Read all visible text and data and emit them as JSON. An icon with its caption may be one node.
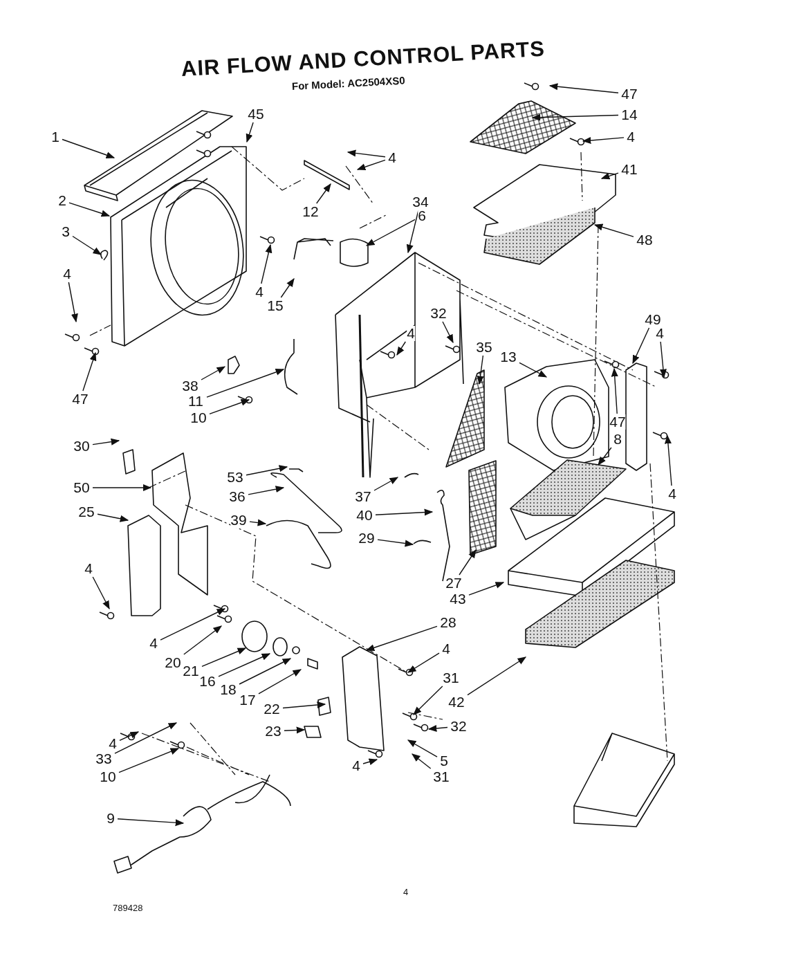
{
  "diagram": {
    "title": "AIR FLOW AND CONTROL PARTS",
    "nodes": [
      {
        "text": [
          "1"
        ]
      },
      {
        "text": [
          "45"
        ]
      },
      {
        "text": [
          "4"
        ]
      },
      {
        "text": [
          "2"
        ]
      },
      {
        "text": [
          "12"
        ]
      },
      {
        "text": [
          "3"
        ]
      },
      {
        "text": [
          "4"
        ]
      },
      {
        "text": [
          "47"
        ]
      },
      {
        "text": [
          "6"
        ]
      },
      {
        "text": [
          "34"
        ]
      },
      {
        "text": [
          "4"
        ]
      },
      {
        "text": [
          "15"
        ]
      },
      {
        "text": [
          "47"
        ]
      },
      {
        "text": [
          "14"
        ]
      },
      {
        "text": [
          "4"
        ]
      },
      {
        "text": [
          "41"
        ]
      },
      {
        "text": [
          "48"
        ]
      },
      {
        "text": [
          "32"
        ]
      },
      {
        "text": [
          "4"
        ]
      },
      {
        "text": [
          "35"
        ]
      },
      {
        "text": [
          "13"
        ]
      },
      {
        "text": [
          "49"
        ]
      },
      {
        "text": [
          "4"
        ]
      },
      {
        "text": [
          "47"
        ]
      },
      {
        "text": [
          "4"
        ]
      },
      {
        "text": [
          "8"
        ]
      },
      {
        "text": [
          "38"
        ]
      },
      {
        "text": [
          "11"
        ]
      },
      {
        "text": [
          "10"
        ]
      },
      {
        "text": [
          "30"
        ]
      },
      {
        "text": [
          "53"
        ]
      },
      {
        "text": [
          "50"
        ]
      },
      {
        "text": [
          "36"
        ]
      },
      {
        "text": [
          "37"
        ]
      },
      {
        "text": [
          "25"
        ]
      },
      {
        "text": [
          "39"
        ]
      },
      {
        "text": [
          "40"
        ]
      },
      {
        "text": [
          "29"
        ]
      },
      {
        "text": [
          "27"
        ]
      },
      {
        "text": [
          "43"
        ]
      },
      {
        "text": [
          "4"
        ]
      },
      {
        "text": [
          "4"
        ]
      },
      {
        "text": [
          "20"
        ]
      },
      {
        "text": [
          "21"
        ]
      },
      {
        "text": [
          "16"
        ]
      },
      {
        "text": [
          "18"
        ]
      },
      {
        "text": [
          "17"
        ]
      },
      {
        "text": [
          "28"
        ]
      },
      {
        "text": [
          "4"
        ]
      },
      {
        "text": [
          "31"
        ]
      },
      {
        "text": [
          "42"
        ]
      },
      {
        "text": [
          "22"
        ]
      },
      {
        "text": [
          "23"
        ]
      },
      {
        "text": [
          "32"
        ]
      },
      {
        "text": [
          "5"
        ]
      },
      {
        "text": [
          "31"
        ]
      },
      {
        "text": [
          "4"
        ]
      },
      {
        "text": [
          "4"
        ]
      },
      {
        "text": [
          "33"
        ]
      },
      {
        "text": [
          "10"
        ]
      },
      {
        "text": [
          "9"
        ]
      }
    ],
    "edges": [
      {
        "from": 0,
        "to": null,
        "arrow": "to"
      },
      {
        "from": 1,
        "to": null,
        "arrow": "to"
      },
      {
        "from": 2,
        "to": null,
        "arrow": "to"
      },
      {
        "from": 2,
        "to": null,
        "arrow": "to"
      },
      {
        "from": 3,
        "to": null,
        "arrow": "to"
      },
      {
        "from": 4,
        "to": null,
        "arrow": "to"
      },
      {
        "from": 5,
        "to": null,
        "arrow": "to"
      },
      {
        "from": 6,
        "to": null,
        "arrow": "to"
      },
      {
        "from": 7,
        "to": null,
        "arrow": "to"
      },
      {
        "from": 8,
        "to": null,
        "arrow": "to"
      },
      {
        "from": 9,
        "to": null,
        "arrow": "to"
      },
      {
        "from": 10,
        "to": null,
        "arrow": "to"
      },
      {
        "from": 11,
        "to": null,
        "arrow": "to"
      },
      {
        "from": 12,
        "to": null,
        "arrow": "to"
      },
      {
        "from": 13,
        "to": null,
        "arrow": "to"
      },
      {
        "from": 14,
        "to": null,
        "arrow": "to"
      },
      {
        "from": 15,
        "to": null,
        "arrow": "to"
      },
      {
        "from": 16,
        "to": null,
        "arrow": "to"
      },
      {
        "from": 17,
        "to": null,
        "arrow": "to"
      },
      {
        "from": 18,
        "to": null,
        "arrow": "to"
      },
      {
        "from": 19,
        "to": null,
        "arrow": "to"
      },
      {
        "from": 20,
        "to": null,
        "arrow": "to"
      },
      {
        "from": 21,
        "to": null,
        "arrow": "to"
      },
      {
        "from": 22,
        "to": null,
        "arrow": "to"
      },
      {
        "from": 23,
        "to": null,
        "arrow": "to"
      },
      {
        "from": 24,
        "to": null,
        "arrow": "to"
      },
      {
        "from": 25,
        "to": null,
        "arrow": "to"
      },
      {
        "from": 26,
        "to": null,
        "arrow": "to"
      },
      {
        "from": 27,
        "to": null,
        "arrow": "to"
      },
      {
        "from": 28,
        "to": null,
        "arrow": "to"
      },
      {
        "from": 29,
        "to": null,
        "arrow": "to"
      },
      {
        "from": 30,
        "to": null,
        "arrow": "to"
      },
      {
        "from": 31,
        "to": null,
        "arrow": "to"
      },
      {
        "from": 32,
        "to": null,
        "arrow": "to"
      },
      {
        "from": 33,
        "to": null,
        "arrow": "to"
      },
      {
        "from": 34,
        "to": null,
        "arrow": "to"
      },
      {
        "from": 35,
        "to": null,
        "arrow": "to"
      },
      {
        "from": 36,
        "to": null,
        "arrow": "to"
      },
      {
        "from": 37,
        "to": null,
        "arrow": "to"
      },
      {
        "from": 38,
        "to": null,
        "arrow": "to"
      },
      {
        "from": 39,
        "to": null,
        "arrow": "to"
      },
      {
        "from": 40,
        "to": null,
        "arrow": "to"
      },
      {
        "from": 41,
        "to": null,
        "arrow": "to"
      },
      {
        "from": 42,
        "to": null,
        "arrow": "to"
      },
      {
        "from": 43,
        "to": null,
        "arrow": "to"
      },
      {
        "from": 44,
        "to": null,
        "arrow": "to"
      },
      {
        "from": 45,
        "to": null,
        "arrow": "to"
      },
      {
        "from": 46,
        "to": null,
        "arrow": "to"
      },
      {
        "from": 47,
        "to": null,
        "arrow": "to"
      },
      {
        "from": 48,
        "to": null,
        "arrow": "to"
      },
      {
        "from": 49,
        "to": null,
        "arrow": "to"
      },
      {
        "from": 50,
        "to": null,
        "arrow": "to"
      },
      {
        "from": 51,
        "to": null,
        "arrow": "to"
      },
      {
        "from": 52,
        "to": null,
        "arrow": "to"
      },
      {
        "from": 53,
        "to": null,
        "arrow": "to"
      },
      {
        "from": 54,
        "to": null,
        "arrow": "to"
      },
      {
        "from": 55,
        "to": null,
        "arrow": "to"
      },
      {
        "from": 56,
        "to": null,
        "arrow": "to"
      },
      {
        "from": 57,
        "to": null,
        "arrow": "to"
      },
      {
        "from": 58,
        "to": null,
        "arrow": "to"
      },
      {
        "from": 59,
        "to": null,
        "arrow": "to"
      },
      {
        "from": 60,
        "to": null,
        "arrow": "to"
      }
    ],
    "labels": [
      "For Model: AC2504XS0",
      "4",
      "789428"
    ]
  }
}
